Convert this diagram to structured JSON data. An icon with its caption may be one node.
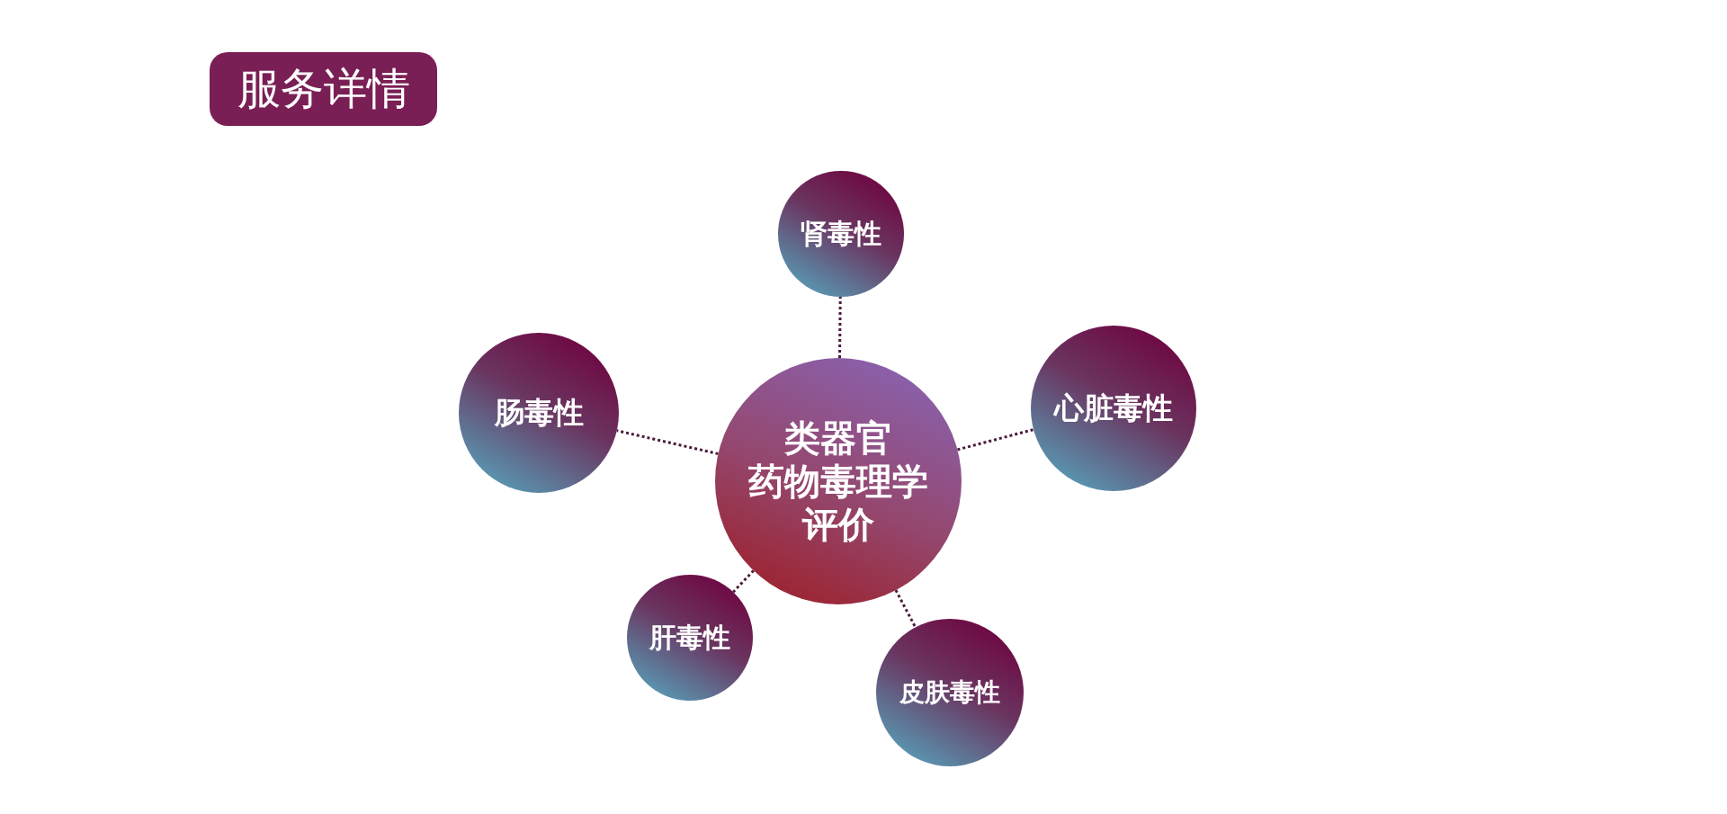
{
  "diagram": {
    "title": "服务详情",
    "nodes": [
      {
        "text": [
          "肾毒性"
        ]
      },
      {
        "text": [
          "肠毒性"
        ]
      },
      {
        "text": [
          "类器官药物毒理学评价"
        ]
      },
      {
        "text": [
          "心脏毒性"
        ]
      },
      {
        "text": [
          "肝毒性"
        ]
      },
      {
        "text": [
          "皮肤毒性"
        ]
      }
    ],
    "edges": [
      {
        "from": 2,
        "to": 0,
        "arrow": "none",
        "style": "dashed"
      },
      {
        "from": 2,
        "to": 1,
        "arrow": "none",
        "style": "dashed"
      },
      {
        "from": 2,
        "to": 3,
        "arrow": "none",
        "style": "dashed"
      },
      {
        "from": 2,
        "to": 4,
        "arrow": "none",
        "style": "dashed"
      },
      {
        "from": 2,
        "to": 5,
        "arrow": "none",
        "style": "dashed"
      }
    ]
  }
}
